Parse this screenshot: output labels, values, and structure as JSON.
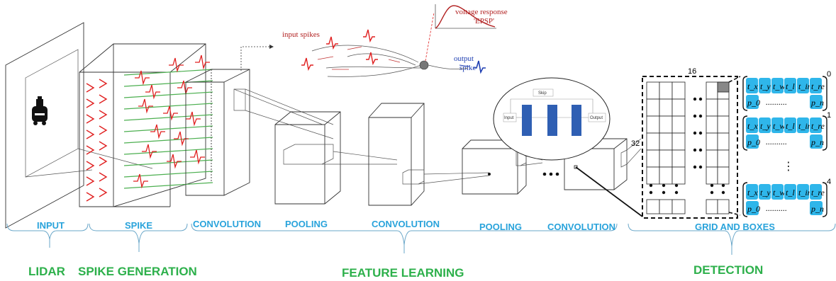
{
  "stages": {
    "input": "INPUT",
    "spike": "SPIKE",
    "convolution_1": "CONVOLUTION",
    "pooling_1": "POOLING",
    "convolution_2": "CONVOLUTION",
    "pooling_2": "POOLING",
    "convolution_3": "CONVOLUTION",
    "grid_and_boxes": "GRID AND BOXES"
  },
  "sections": {
    "lidar": "LIDAR",
    "spike_generation": "SPIKE GENERATION",
    "feature_learning": "FEATURE LEARNING",
    "detection": "DETECTION"
  },
  "neuron": {
    "input_spikes": "input spikes",
    "voltage_response": "voltage response",
    "epsp": "'EPSP'",
    "output": "output",
    "spike": "spike"
  },
  "skip_block": {
    "skip": "Skip",
    "input": "Input",
    "output": "Output"
  },
  "grid": {
    "width_label": "16",
    "height_label": "32",
    "box_indices": [
      "0",
      "1",
      "4"
    ]
  },
  "box_params": {
    "row1": [
      "t_x",
      "t_y",
      "t_w",
      "t_l",
      "t_im",
      "t_re"
    ],
    "p0": "p_0",
    "pn": "p_n",
    "ellipsis": "..........",
    "vertical_dots": "⋮"
  },
  "colors": {
    "stage_label": "#29a3db",
    "section_label": "#2db04b",
    "spike": "#e02020",
    "spike_line": "#4caf50",
    "param_cell": "#2fb6ea",
    "neuron_output": "#1f3fb2",
    "skip_block": "#2f5fb3"
  }
}
